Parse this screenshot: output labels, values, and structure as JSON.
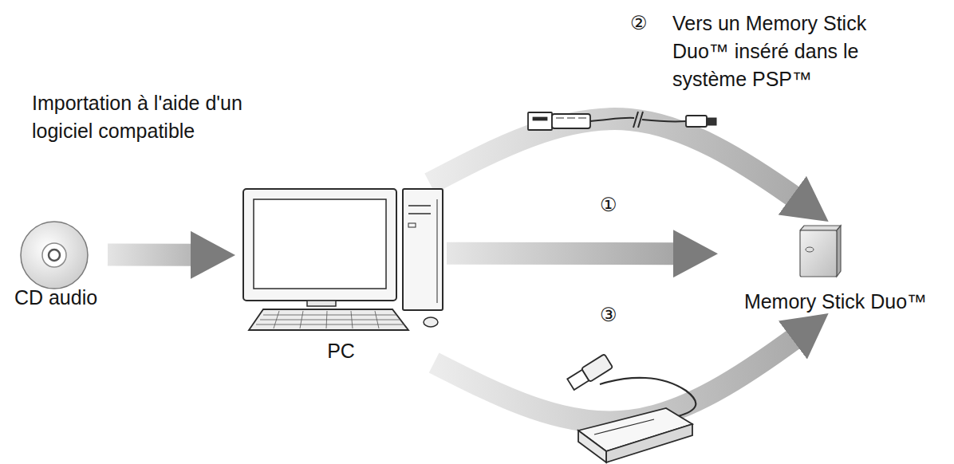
{
  "diagram": {
    "nodes": [
      {
        "text": [
          "CD audio"
        ]
      },
      {
        "text": [
          "PC"
        ]
      },
      {
        "text": [
          "Memory Stick Duo™"
        ]
      }
    ],
    "edges": [
      {
        "from": 0,
        "to": 1,
        "arrow": "to"
      },
      {
        "from": 1,
        "to": 2,
        "arrow": "to"
      },
      {
        "from": 1,
        "to": 2,
        "arrow": "to"
      },
      {
        "from": 1,
        "to": 2,
        "arrow": "to"
      }
    ],
    "labels": [
      "Importation à l'aide d'un logiciel compatible",
      "①",
      "②",
      "Vers un Memory Stick Duo™ inséré dans le système PSP™",
      "③"
    ]
  }
}
